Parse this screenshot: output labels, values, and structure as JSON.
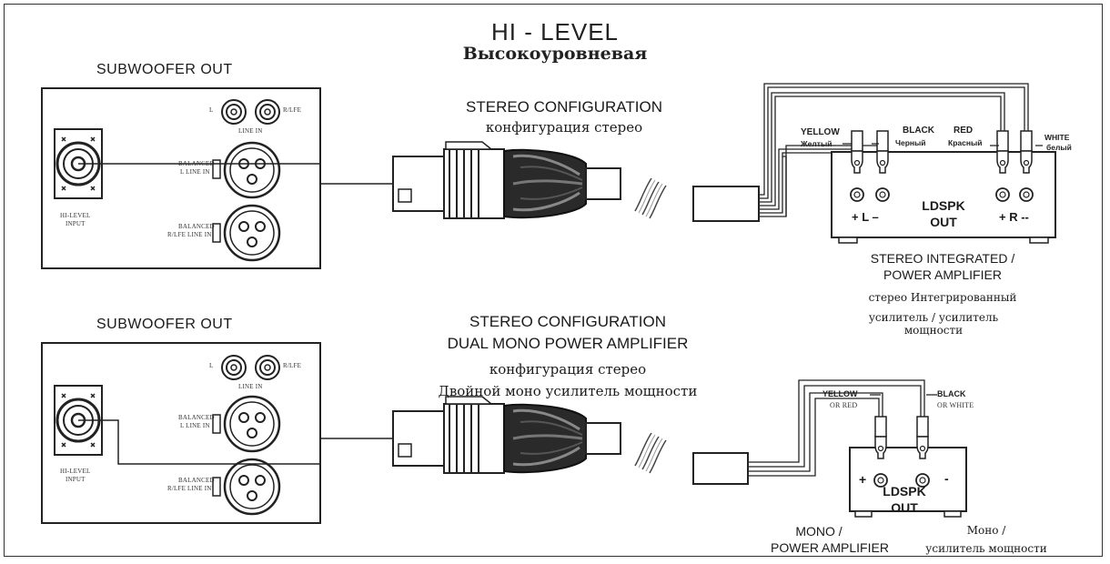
{
  "header": {
    "title": "HI - LEVEL",
    "subtitle": "Высокоуровневая"
  },
  "panel_labels": {
    "line_in_l": "L",
    "line_in_r": "R/LFE",
    "line_in": "LINE IN",
    "balanced_l_1": "BALANCED",
    "balanced_l_2": "L LINE IN",
    "balanced_r_1": "BALANCED",
    "balanced_r_2": "R/LFE LINE IN",
    "hi_level_1": "HI-LEVEL",
    "hi_level_2": "INPUT"
  },
  "top": {
    "subwoofer_out": "SUBWOOFER OUT",
    "config_en": "STEREO CONFIGURATION",
    "config_ru": "конфигурация стерео",
    "wire_yellow_en": "YELLOW",
    "wire_yellow_ru": "Желтый",
    "wire_black_en": "BLACK",
    "wire_black_ru": "Черный",
    "wire_red_en": "RED",
    "wire_red_ru": "Красный",
    "wire_white_en": "WHITE",
    "wire_white_ru": "белый",
    "amp_left": "+ L –",
    "amp_right": "+ R --",
    "ldspk": "LDSPK",
    "out": "OUT",
    "amp_en_1": "STEREO INTEGRATED /",
    "amp_en_2": "POWER AMPLIFIER",
    "amp_ru_1": "стерео Интегрированный",
    "amp_ru_2": "усилитель / усилитель",
    "amp_ru_3": "мощности"
  },
  "bottom": {
    "subwoofer_out": "SUBWOOFER OUT",
    "config_en_1": "STEREO CONFIGURATION",
    "config_en_2": "DUAL MONO POWER AMPLIFIER",
    "config_ru_1": "конфигурация стерео",
    "config_ru_2": "Двойной моно усилитель мощности",
    "wire_yellow_1": "YELLOW",
    "wire_yellow_2": "OR RED",
    "wire_black_1": "BLACK",
    "wire_black_2": "OR WHITE",
    "plus": "+",
    "minus": "-",
    "ldspk": "LDSPK",
    "out": "OUT",
    "amp_en_1": "MONO /",
    "amp_en_2": "POWER AMPLIFIER",
    "amp_ru_1": "Моно /",
    "amp_ru_2": "усилитель мощности"
  }
}
